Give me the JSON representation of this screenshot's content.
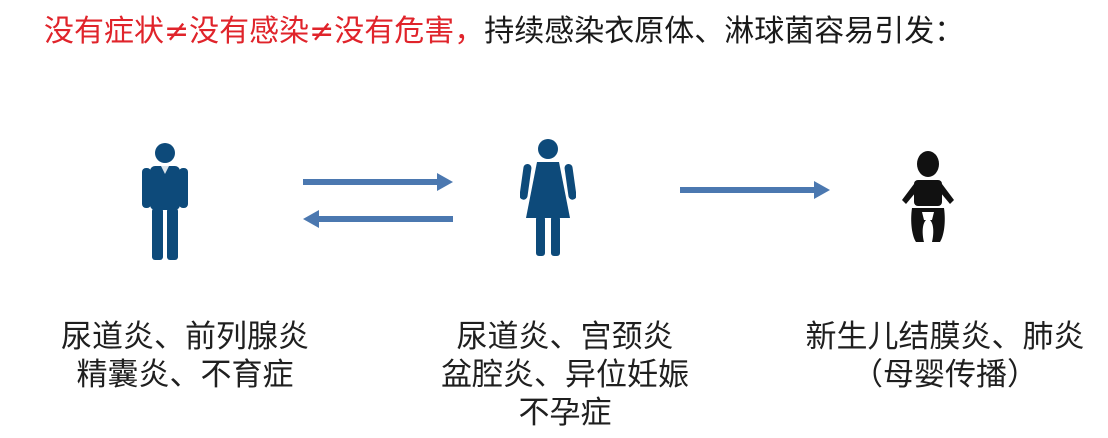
{
  "headline": {
    "red": "没有症状≠没有感染≠没有危害，",
    "dark": "持续感染衣原体、淋球菌容易引发："
  },
  "colors": {
    "figure": "#0d4a7a",
    "arrow": "#4b78b0",
    "headline_red": "#e0242b"
  },
  "icons": {
    "man": "man-icon",
    "woman": "woman-icon",
    "baby": "baby-icon"
  },
  "captions": {
    "man": [
      "尿道炎、前列腺炎",
      "精囊炎、不育症"
    ],
    "woman": [
      "尿道炎、宫颈炎",
      "盆腔炎、异位妊娠",
      "不孕症"
    ],
    "baby": [
      "新生儿结膜炎、肺炎",
      "（母婴传播）"
    ]
  }
}
